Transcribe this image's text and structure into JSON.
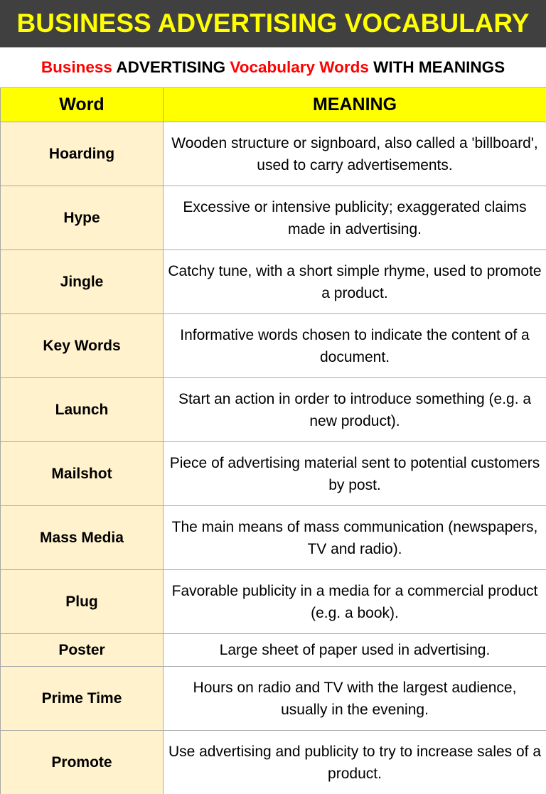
{
  "banner": {
    "title": "BUSINESS ADVERTISING VOCABULARY"
  },
  "subtitle": {
    "part1": "Business",
    "part2": " ADVERTISING ",
    "part3": "Vocabulary Words",
    "part4": " WITH MEANINGS"
  },
  "colors": {
    "banner_bg": "#404040",
    "banner_text": "#ffff00",
    "accent_red": "#ff0000",
    "header_bg": "#ffff00",
    "word_cell_bg": "#fff2cc"
  },
  "table": {
    "headers": {
      "word": "Word",
      "meaning": "MEANING"
    },
    "rows": [
      {
        "word": "Hoarding",
        "meaning": "Wooden structure or signboard, also called a 'billboard', used to carry advertisements."
      },
      {
        "word": "Hype",
        "meaning": "Excessive or intensive publicity; exaggerated claims made in advertising."
      },
      {
        "word": "Jingle",
        "meaning": "Catchy tune, with a short simple rhyme, used to promote a product."
      },
      {
        "word": "Key Words",
        "meaning": "Informative words chosen to indicate the content of a document."
      },
      {
        "word": "Launch",
        "meaning": "Start an action in order to introduce something (e.g. a new product)."
      },
      {
        "word": "Mailshot",
        "meaning": "Piece of advertising material sent to potential customers by post."
      },
      {
        "word": "Mass Media",
        "meaning": "The main means of mass communication (newspapers, TV and radio)."
      },
      {
        "word": "Plug",
        "meaning": "Favorable publicity in a media for a commercial product (e.g. a book)."
      },
      {
        "word": "Poster",
        "meaning": "Large sheet of paper used in advertising."
      },
      {
        "word": "Prime Time",
        "meaning": "Hours on radio and TV with the largest audience, usually in the evening."
      },
      {
        "word": "Promote",
        "meaning": "Use advertising and publicity to try to increase sales of a product."
      }
    ]
  }
}
